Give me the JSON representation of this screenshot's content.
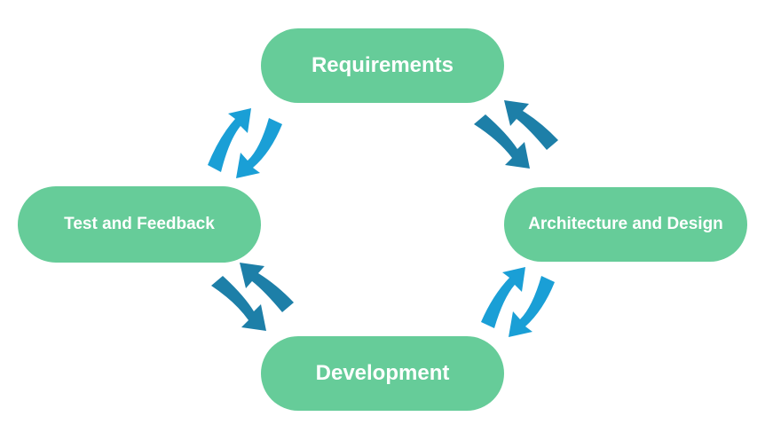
{
  "nodes": {
    "requirements": "Requirements",
    "architecture": "Architecture and Design",
    "development": "Development",
    "test": "Test and Feedback"
  },
  "colors": {
    "node_fill": "#66cc99",
    "node_text": "#ffffff",
    "arrow_light": "#1a9fd6",
    "arrow_dark": "#1d7fa8"
  },
  "icons": {
    "cycle_arrows": "curved-double-arrow-icon"
  }
}
